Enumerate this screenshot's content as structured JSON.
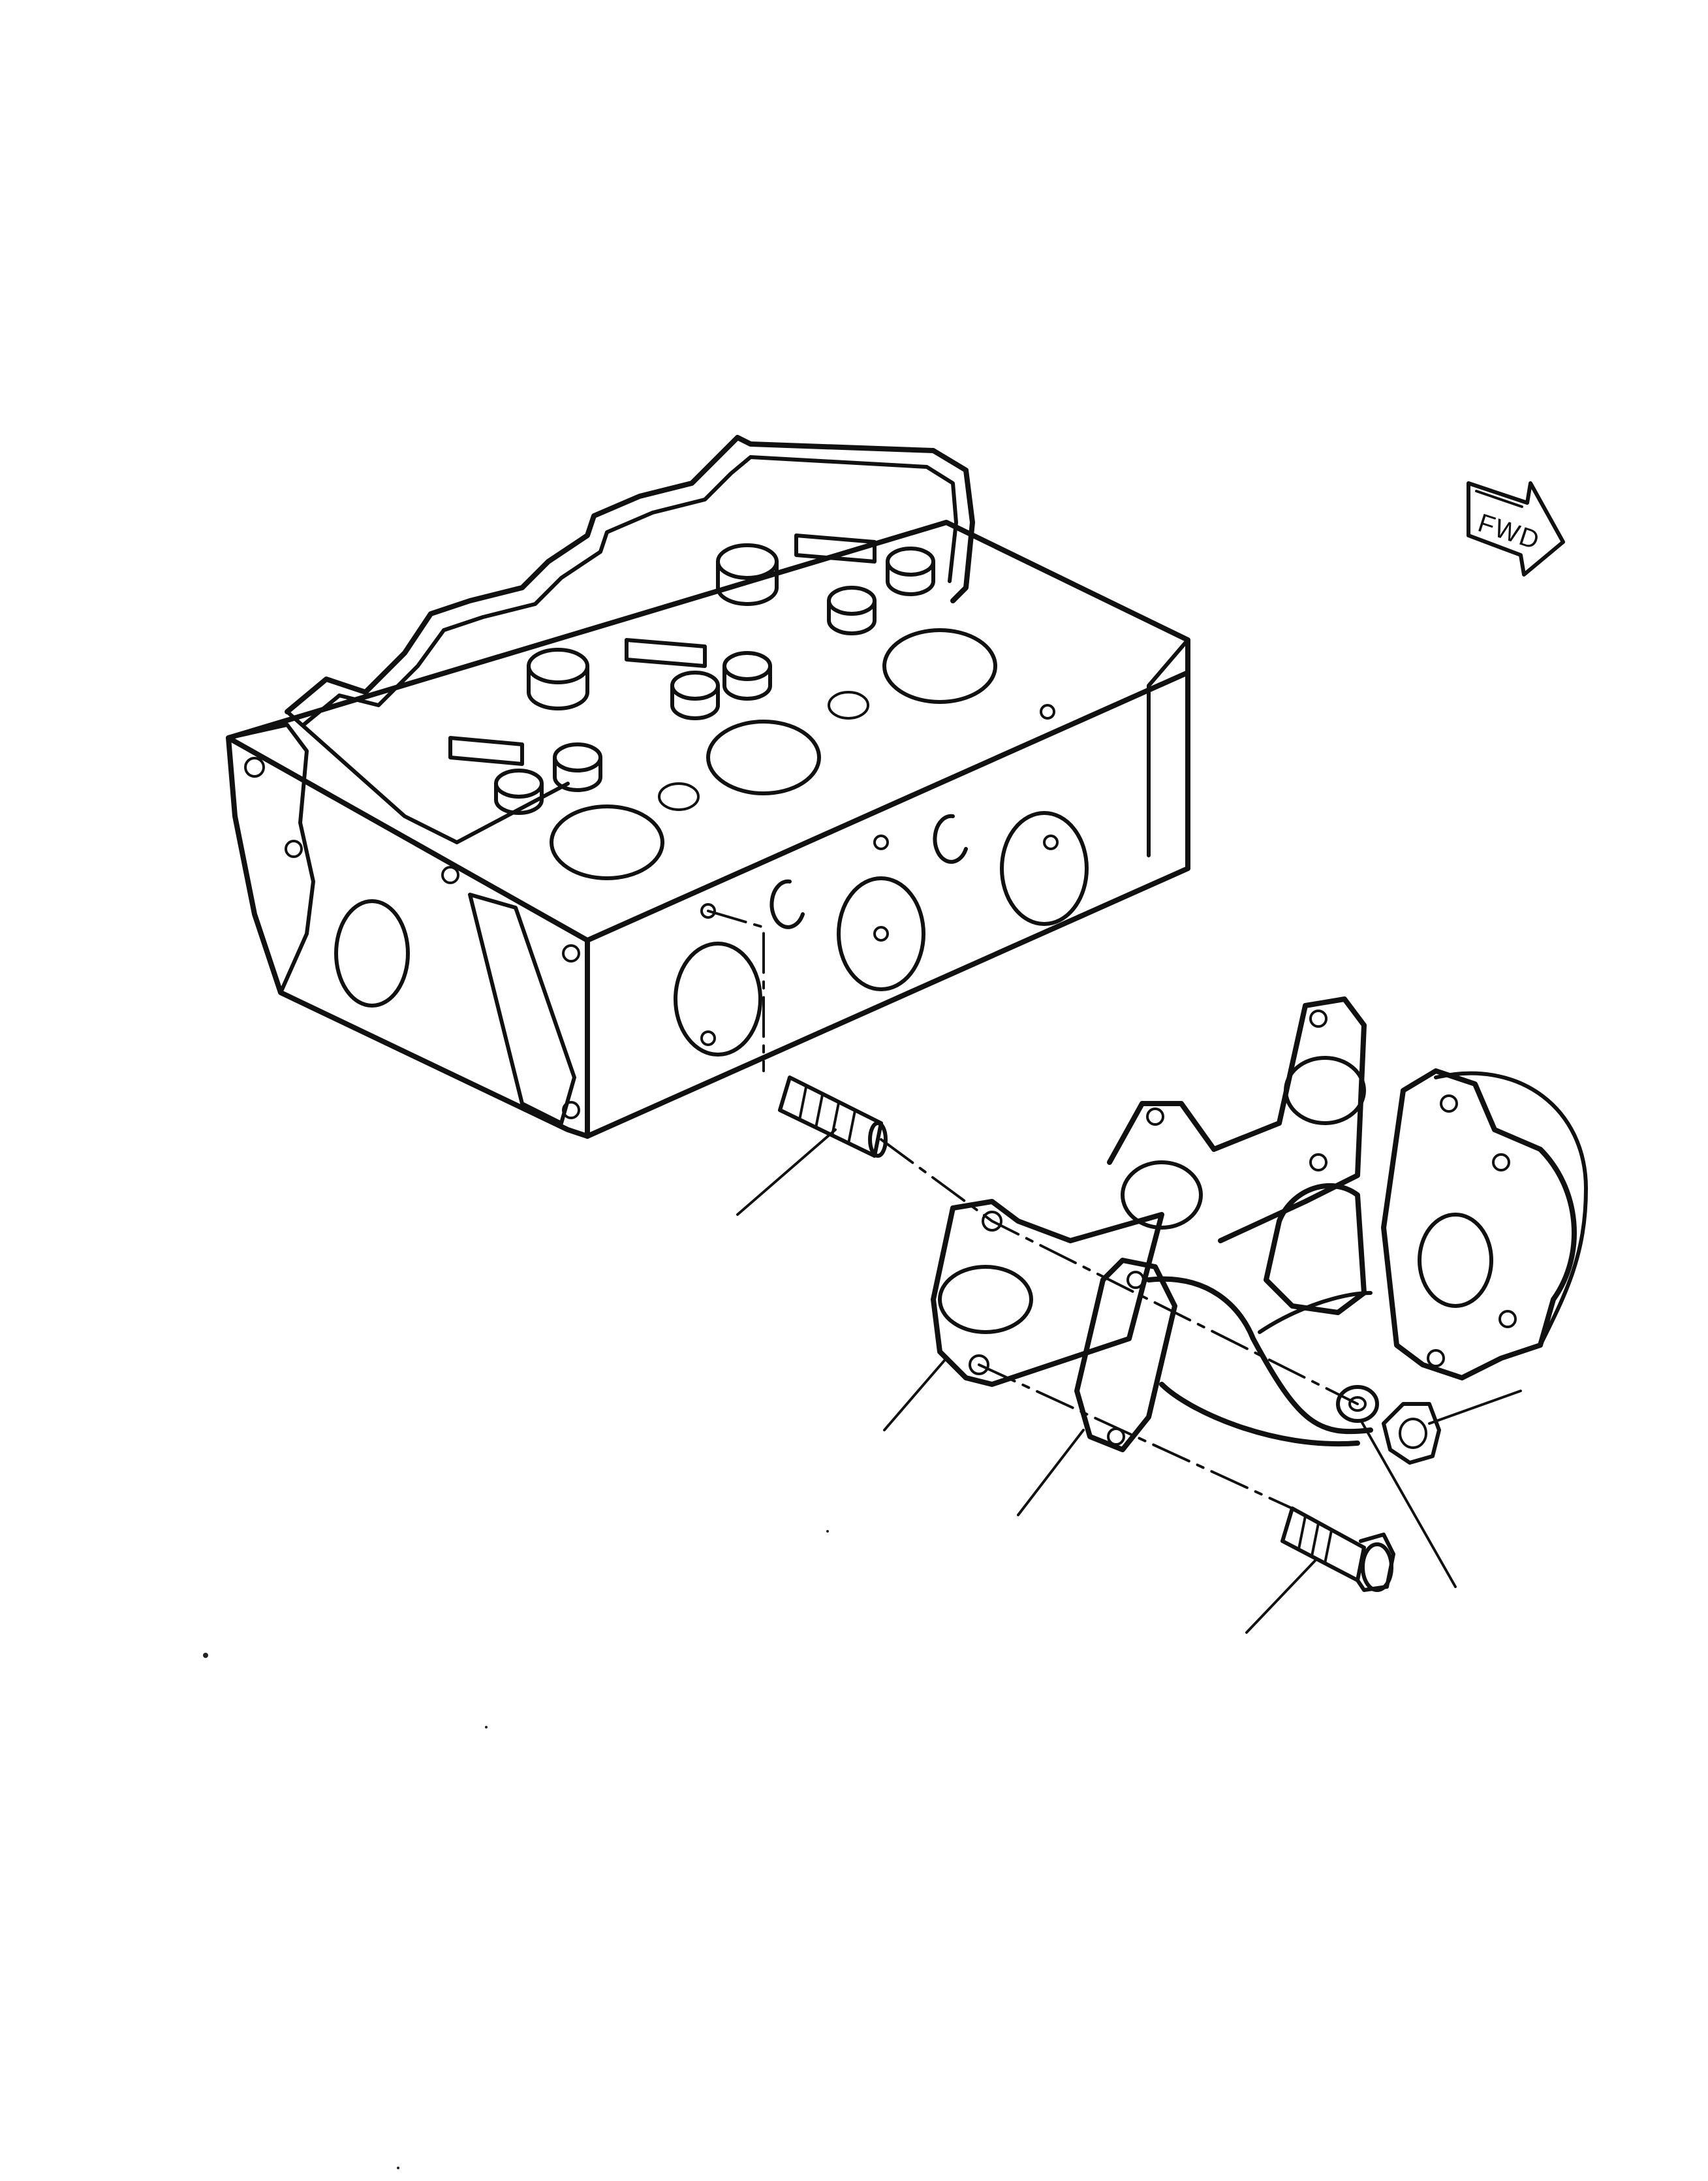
{
  "diagram": {
    "direction_arrow": {
      "label": "FWD"
    },
    "parts": [
      {
        "name": "cylinder-head"
      },
      {
        "name": "stud"
      },
      {
        "name": "gasket"
      },
      {
        "name": "exhaust-manifold"
      },
      {
        "name": "bolt"
      },
      {
        "name": "washer"
      },
      {
        "name": "nut"
      }
    ],
    "leader_count": 6
  }
}
